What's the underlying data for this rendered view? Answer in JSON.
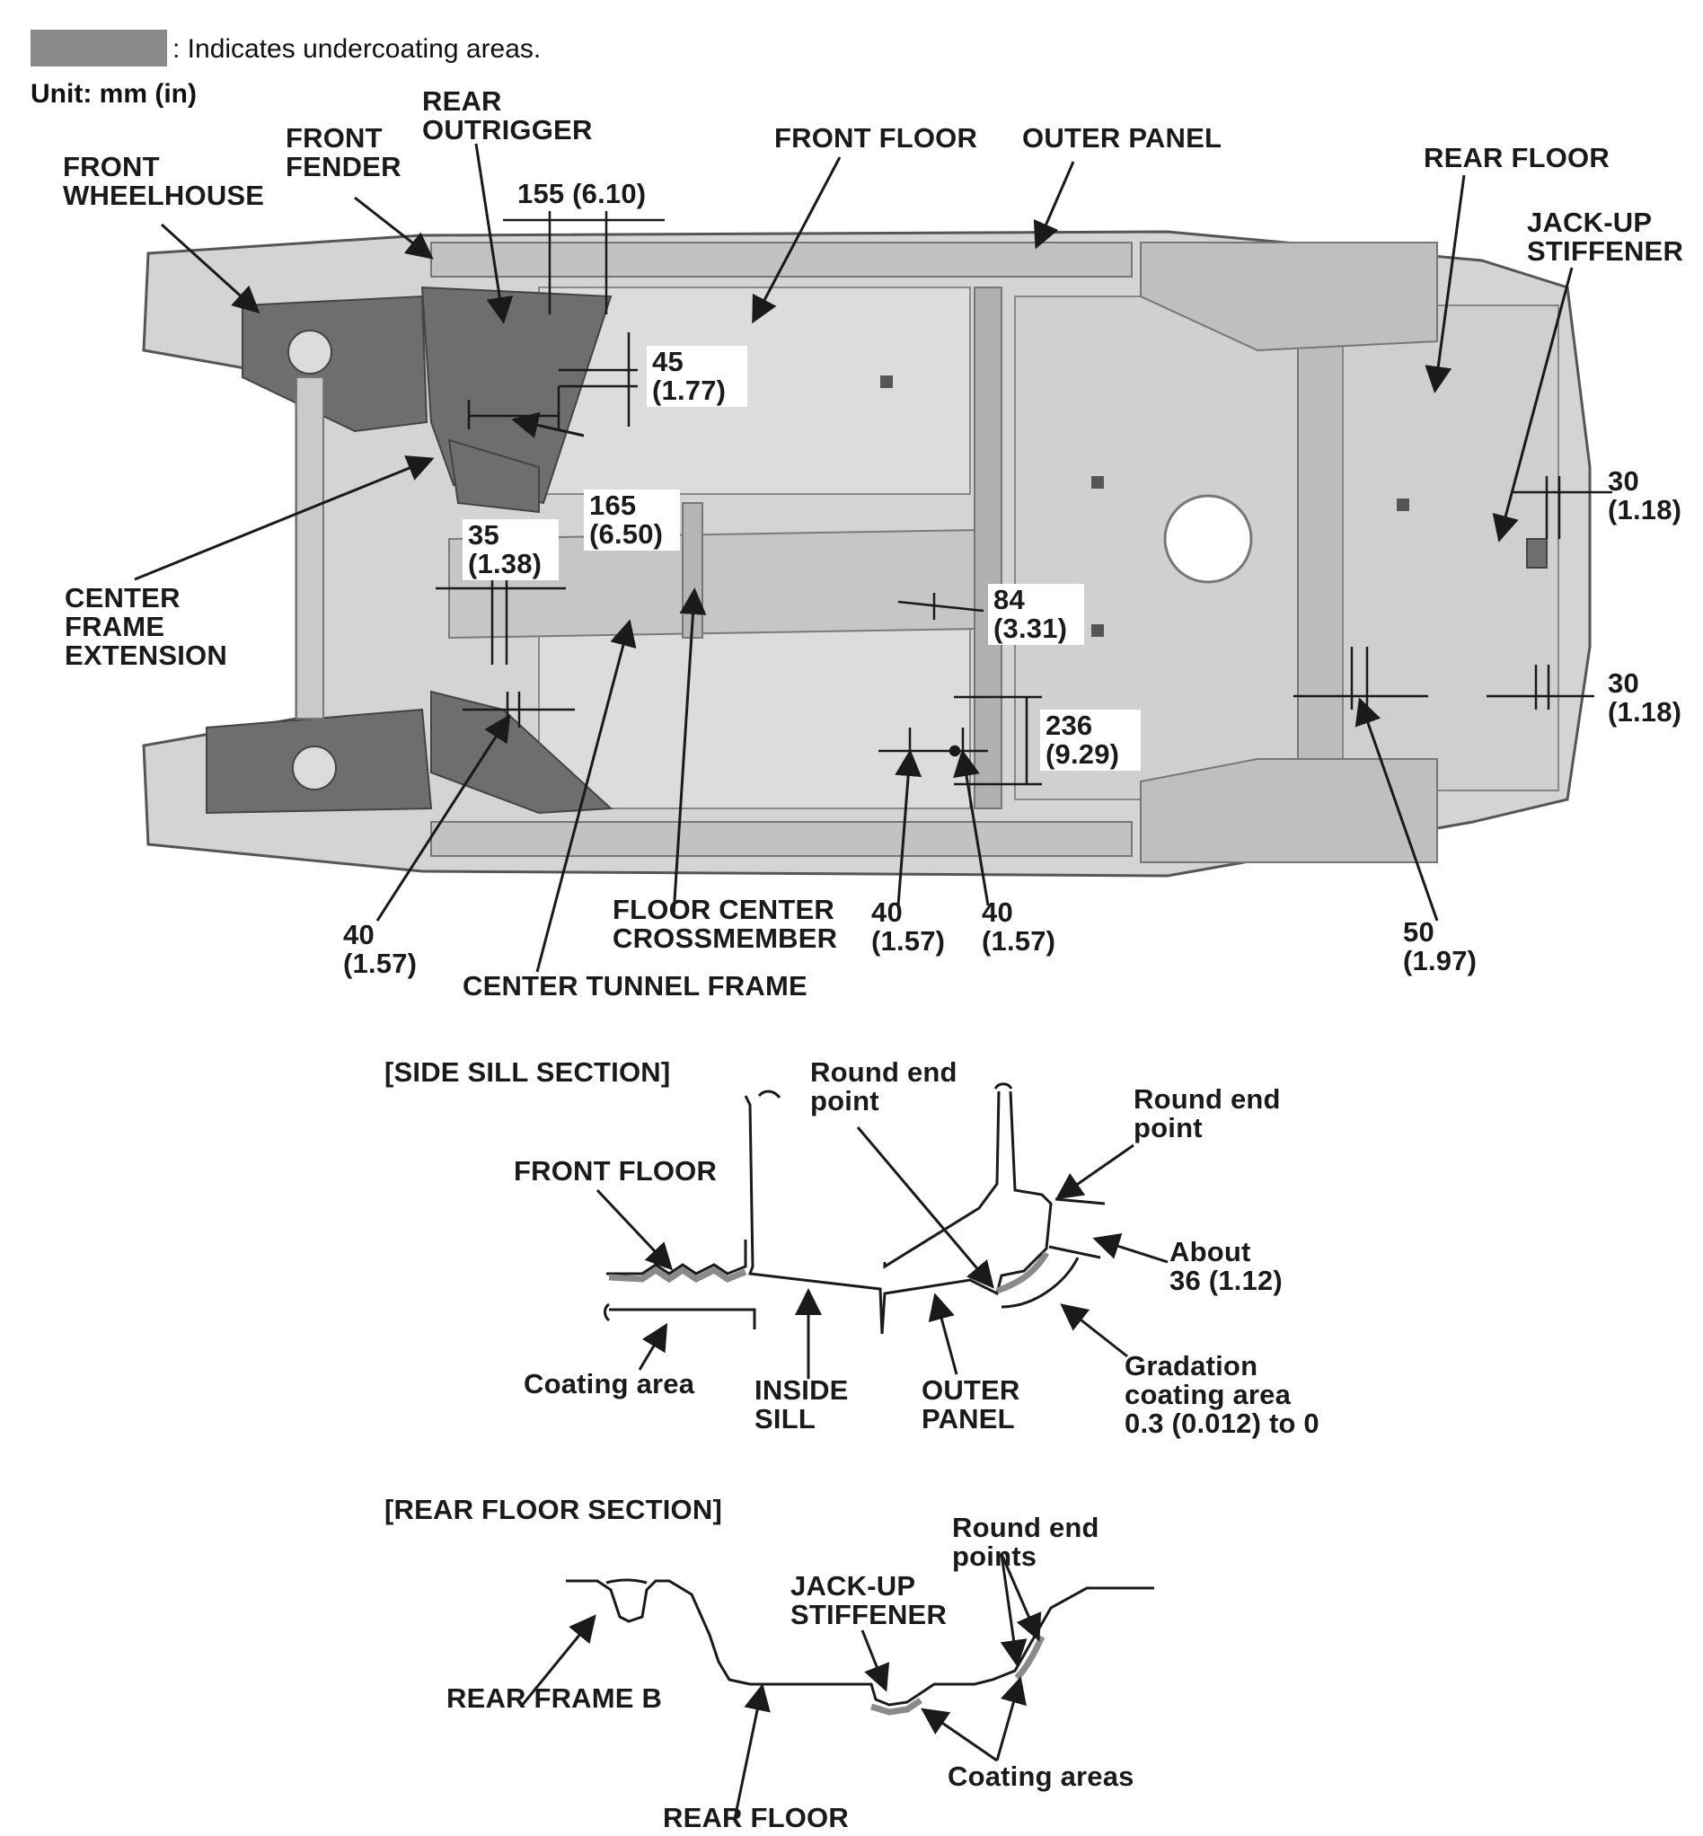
{
  "legend": {
    "swatch_color": "#8a8a8a",
    "text": ": Indicates undercoating areas."
  },
  "unit": "Unit: mm (in)",
  "undercarriage": {
    "labels": {
      "front_wheelhouse": "FRONT\nWHEELHOUSE",
      "front_fender": "FRONT\nFENDER",
      "rear_outrigger": "REAR\nOUTRIGGER",
      "front_floor": "FRONT FLOOR",
      "outer_panel": "OUTER PANEL",
      "rear_floor": "REAR FLOOR",
      "jack_up_stiffener": "JACK-UP\nSTIFFENER",
      "center_frame_extension": "CENTER\nFRAME\nEXTENSION",
      "floor_center_crossmember": "FLOOR CENTER\nCROSSMEMBER",
      "center_tunnel_frame": "CENTER TUNNEL FRAME"
    },
    "dimensions": {
      "d155": "155 (6.10)",
      "d45": "45\n(1.77)",
      "d165": "165\n(6.50)",
      "d35": "35\n(1.38)",
      "d84": "84\n(3.31)",
      "d236": "236\n(9.29)",
      "d30_top": "30\n(1.18)",
      "d30_bottom": "30\n(1.18)",
      "d40_left": "40\n(1.57)",
      "d40_mid_a": "40\n(1.57)",
      "d40_mid_b": "40\n(1.57)",
      "d50": "50\n(1.97)"
    }
  },
  "side_sill_section": {
    "title": "[SIDE SILL SECTION]",
    "labels": {
      "round_end_point_1": "Round end\npoint",
      "round_end_point_2": "Round end\npoint",
      "front_floor": "FRONT FLOOR",
      "about_36": "About\n36 (1.12)",
      "coating_area": "Coating area",
      "inside_sill": "INSIDE\nSILL",
      "outer_panel": "OUTER\nPANEL",
      "gradation": "Gradation\ncoating area\n0.3 (0.012) to 0"
    }
  },
  "rear_floor_section": {
    "title": "[REAR FLOOR SECTION]",
    "labels": {
      "round_end_points": "Round end\npoints",
      "jack_up_stiffener": "JACK-UP\nSTIFFENER",
      "rear_frame_b": "REAR FRAME B",
      "coating_areas": "Coating areas",
      "rear_floor": "REAR FLOOR"
    }
  },
  "colors": {
    "underbody": "#d4d4d4",
    "underbody_dark": "#a9a9a9",
    "coating": "#6e6e6e",
    "line": "#1a1a1a"
  }
}
